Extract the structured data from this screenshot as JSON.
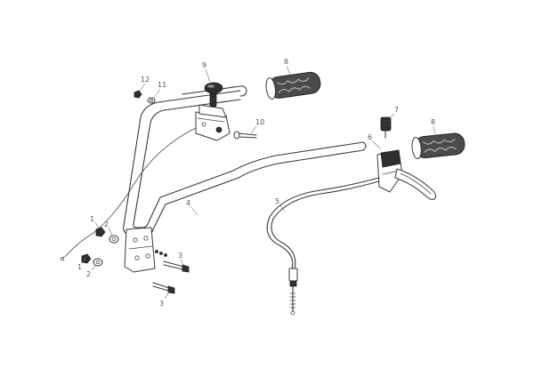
{
  "diagram": {
    "type": "exploded-parts-view",
    "callouts": [
      {
        "label": "1"
      },
      {
        "label": "1"
      },
      {
        "label": "2"
      },
      {
        "label": "2"
      },
      {
        "label": "3"
      },
      {
        "label": "3"
      },
      {
        "label": "4"
      },
      {
        "label": "5"
      },
      {
        "label": "6"
      },
      {
        "label": "7"
      },
      {
        "label": "8"
      },
      {
        "label": "8"
      },
      {
        "label": "9"
      },
      {
        "label": "10"
      },
      {
        "label": "11"
      },
      {
        "label": "12"
      }
    ]
  }
}
